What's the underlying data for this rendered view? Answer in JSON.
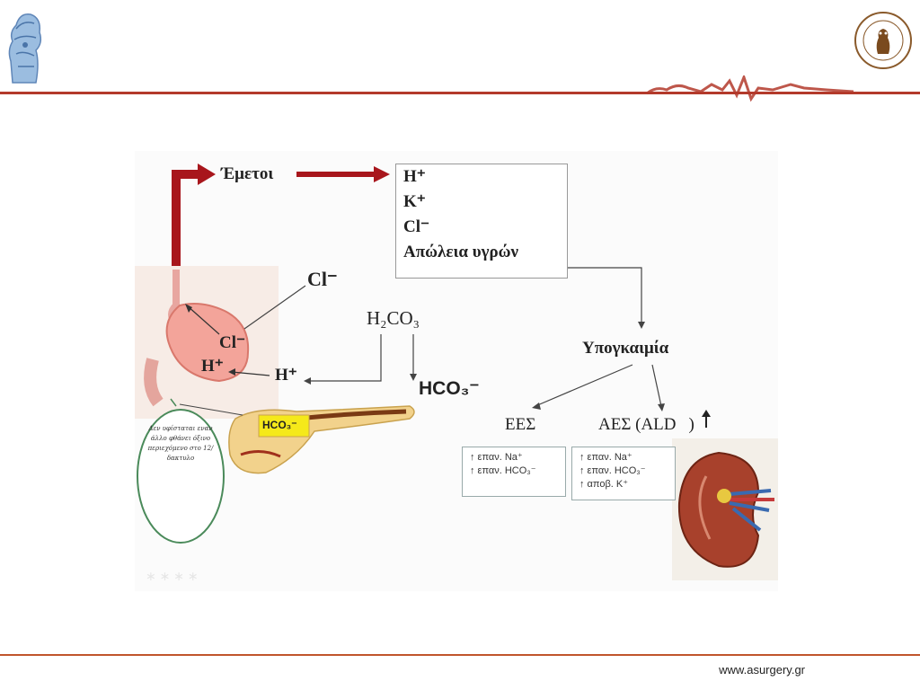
{
  "footer": {
    "url": "www.asurgery.gr"
  },
  "diagram": {
    "vomiting": "Έμετοι",
    "losses": [
      "H⁺",
      "K⁺",
      "Cl⁻",
      "Απώλεια υγρών"
    ],
    "stomach_cl_top": "Cl⁻",
    "stomach_cl": "Cl⁻",
    "stomach_h": "H⁺",
    "h_plus_mid": "H⁺",
    "h2co3": "H₂CO₃",
    "hco3": "HCO₃⁻",
    "pancreas_hco3": "HCO₃⁻",
    "hypokalemia": "Υπογκαιμία",
    "ees": "ΕΕΣ",
    "aes": "ΑΕΣ (ALD",
    "ees_items": [
      "↑ επαν. Na⁺",
      "↑ επαν. HCO₃⁻"
    ],
    "aes_items": [
      "↑ επαν. Na⁺",
      "↑ επαν. HCO₃⁻",
      "↑ αποβ. K⁺"
    ],
    "bubble_text": "Δεν υφίσταται εναν άλλο φθάνει όξινο περιεχόμενο στο 12/δακτυλο"
  },
  "colors": {
    "accent": "#b33a2b",
    "arrow": "#a8161c"
  }
}
